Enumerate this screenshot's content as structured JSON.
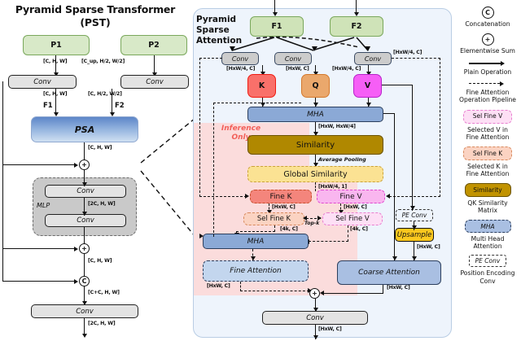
{
  "left_panel": {
    "title_line1": "Pyramid Sparse Transformer",
    "title_line2": "(PST)",
    "p1": "P1",
    "p2": "P2",
    "conv": "Conv",
    "psa": "PSA",
    "mlp": "MLP",
    "f1": "F1",
    "f2": "F2",
    "dim_p1_out": "[C, H, W]",
    "dim_p2_out": "[C_up, H/2, W/2]",
    "dim_conv1_out": "[C, H, W]",
    "dim_conv2_out": "[C, H/2, W/2]",
    "dim_psa_out": "[C, H, W]",
    "dim_mlp_mid": "[2C, H, W]",
    "dim_sum2_out": "[C, H, W]",
    "dim_concat_out": "[C+C, H, W]",
    "dim_final_out": "[2C, H, W]",
    "sum_symbol": "+",
    "concat_symbol": "C"
  },
  "psa_panel": {
    "title": "Pyramid\nSparse\nAttention",
    "title_lines": [
      "Pyramid",
      "Sparse",
      "Attention"
    ],
    "inference_only_lines": [
      "Inference",
      "Only"
    ],
    "f1": "F1",
    "f2": "F2",
    "conv": "Conv",
    "k": "K",
    "q": "Q",
    "v": "V",
    "mha_top": "MHA",
    "mha_bottom": "MHA",
    "similarity": "Similarity",
    "global_similarity": "Global Similarity",
    "average_pooling": "Average Pooling",
    "fine_k": "Fine K",
    "fine_v": "Fine V",
    "sel_fine_k": "Sel Fine K",
    "sel_fine_v": "Sel Fine V",
    "top_k": "Top-k",
    "fine_attention": "Fine Attention",
    "coarse_attention": "Coarse Attention",
    "pe_conv": "PE Conv",
    "upsample": "Upsample",
    "out_conv": "Conv",
    "sum_symbol": "+",
    "dim_k_in": "[HxW/4, C]",
    "dim_q_in": "[HxW, C]",
    "dim_v_in": "[HxW/4, C]",
    "dim_v_branch": "[HxW/4, C]",
    "dim_mha_out": "[HxW, HxW/4]",
    "dim_gsim_out": "[HxW/4, 1]",
    "dim_finek_out": "[HxW, C]",
    "dim_finev_out": "[HxW, C]",
    "dim_selk_out": "[4k, C]",
    "dim_selv_out": "[4k, C]",
    "dim_upsample_out": "[HxW, C]",
    "dim_fine_att_out": "[HxW, C]",
    "dim_coarse_att_out": "[HxW, C]",
    "dim_final_out": "[HxW, C]"
  },
  "legend": {
    "items": [
      {
        "glyph": "C",
        "caption": "Concatenation"
      },
      {
        "glyph": "+",
        "caption": "Elementwise Sum"
      },
      {
        "glyph": "",
        "caption": "Plain Operation"
      },
      {
        "glyph": "",
        "caption": "Fine Attention\nOperation Pipeline"
      },
      {
        "glyph": "Sel Fine V",
        "caption": "Selected V in\nFine Attention"
      },
      {
        "glyph": "Sel Fine K",
        "caption": "Selected K in\nFine Attention"
      },
      {
        "glyph": "Similarity",
        "caption": "QK Similarity\nMatrix"
      },
      {
        "glyph": "MHA",
        "caption": "Multi Head\nAttention"
      },
      {
        "glyph": "PE Conv",
        "caption": "Position Encoding\nConv"
      }
    ],
    "concat_glyph": "C",
    "sum_glyph": "+",
    "concat_caption": "Concatenation",
    "sum_caption": "Elementwise Sum",
    "plain_caption": "Plain Operation",
    "pipeline_caption_l1": "Fine Attention",
    "pipeline_caption_l2": "Operation Pipeline",
    "selv_chip": "Sel Fine V",
    "selv_caption_l1": "Selected V in",
    "selv_caption_l2": "Fine Attention",
    "selk_chip": "Sel Fine K",
    "selk_caption_l1": "Selected K in",
    "selk_caption_l2": "Fine Attention",
    "sim_chip": "Similarity",
    "sim_caption_l1": "QK Similarity",
    "sim_caption_l2": "Matrix",
    "mha_chip": "MHA",
    "mha_caption_l1": "Multi Head",
    "mha_caption_l2": "Attention",
    "pe_chip": "PE Conv",
    "pe_caption_l1": "Position Encoding",
    "pe_caption_l2": "Conv"
  },
  "colors": {
    "panel_bg": "#eef4fc",
    "inference_bg": "#fbdcdc",
    "k": "#f9706a",
    "q": "#eaa86c",
    "v": "#f65ef6",
    "mha": "#8ba9d6",
    "similarity": "#b08800",
    "global_similarity": "#fbe293",
    "upsample": "#fcc81e",
    "feature": "#cfe3b8",
    "conv": "#e3e3e3"
  }
}
